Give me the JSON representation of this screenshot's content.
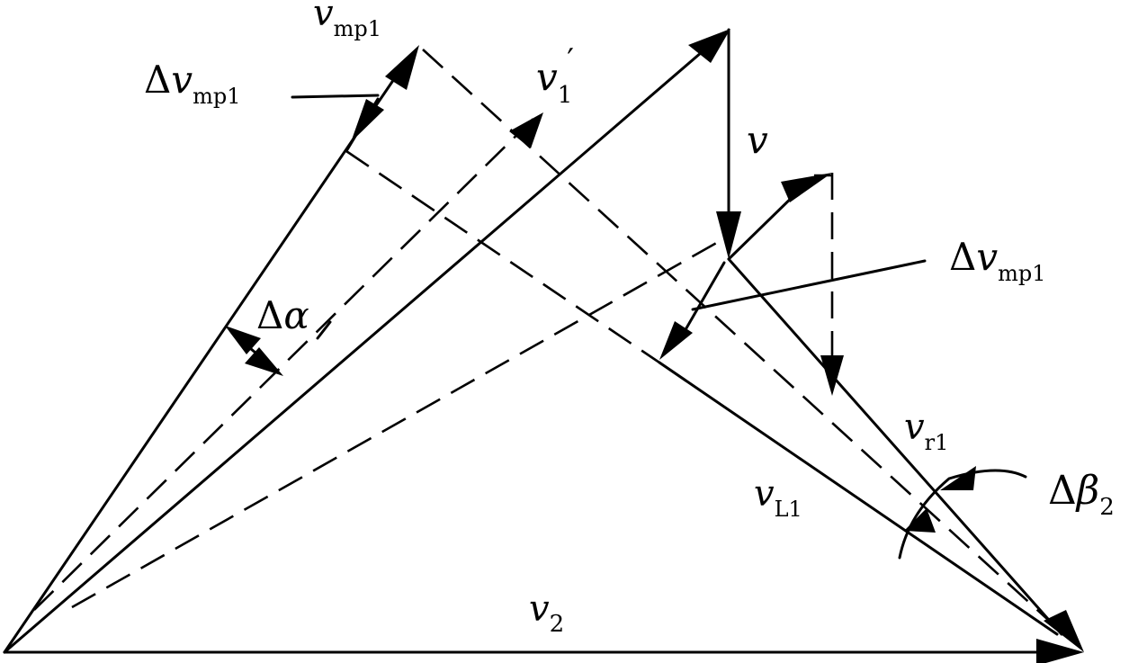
{
  "labels": {
    "v_mp1_top": {
      "main": "v",
      "sub": "mp1"
    },
    "delta_v_mp1_left": {
      "delta": "Δ",
      "main": "v",
      "sub": "mp1"
    },
    "v1_prime": {
      "main": "v",
      "sub": "1",
      "sup": "′"
    },
    "v": {
      "main": "v"
    },
    "delta_v_mp1_right": {
      "delta": "Δ",
      "main": "v",
      "sub": "mp1"
    },
    "delta_alpha": {
      "delta": "Δ",
      "main": "α"
    },
    "v_r1": {
      "main": "v",
      "sub": "r1"
    },
    "delta_beta2": {
      "delta": "Δ",
      "main": "β",
      "sub": "2"
    },
    "v_L1": {
      "main": "v",
      "sub": "L1"
    },
    "v2": {
      "main": "v",
      "sub": "2"
    }
  }
}
